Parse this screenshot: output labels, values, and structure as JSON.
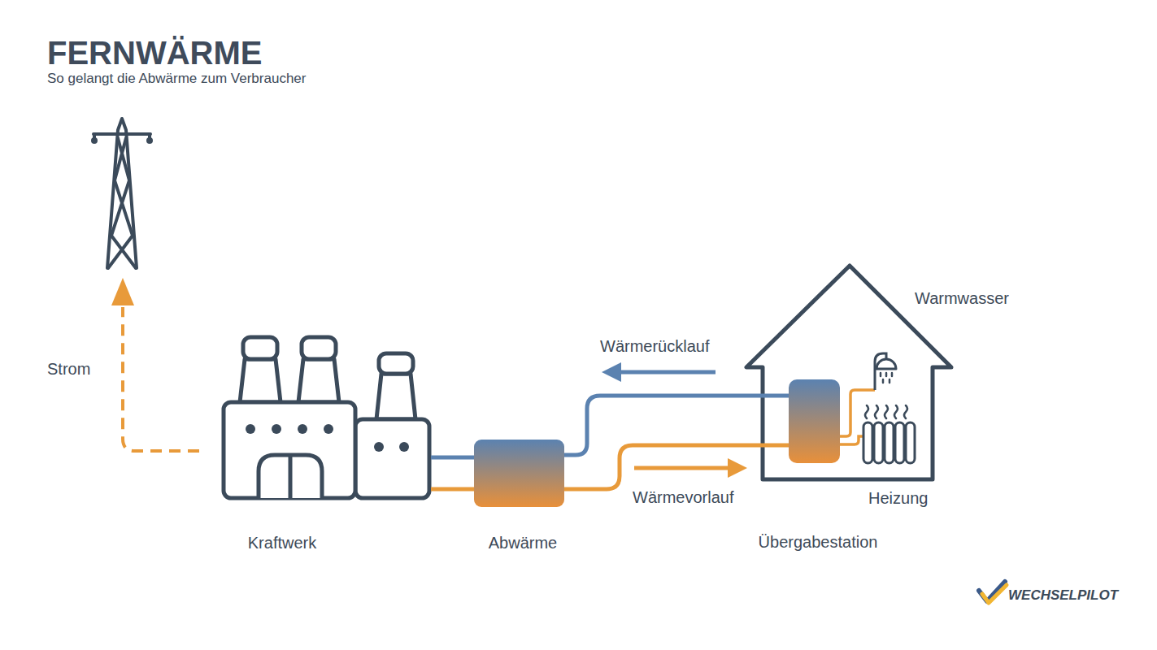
{
  "diagram": {
    "title": "FERNWÄRME",
    "caption": "So gelangt die Abwärme zum Verbraucher",
    "nodes": [
      {
        "text": [
          "Kraftwerk"
        ]
      },
      {
        "text": [
          "Abwärme"
        ]
      },
      {
        "text": [
          "Übergabestation"
        ]
      }
    ],
    "edges": [
      {
        "from": 0,
        "to": 1,
        "arrow": "none"
      },
      {
        "from": 0,
        "to": 1,
        "arrow": "none"
      },
      {
        "from": 1,
        "to": 2,
        "label": "Wärmevorlauf",
        "arrow": "none"
      },
      {
        "from": 2,
        "to": 1,
        "label": "Wärmerücklauf",
        "arrow": "none"
      }
    ],
    "labels": [
      "Strom",
      "Warmwasser",
      "Heizung",
      "WECHSELPILOT"
    ]
  }
}
